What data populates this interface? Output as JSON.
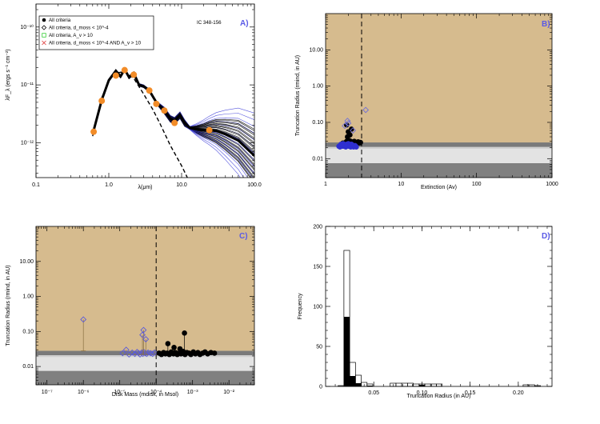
{
  "chart_data": [
    {
      "panel": "A",
      "type": "line",
      "panel_label": "A)",
      "object_name": "IC 348-156",
      "xlabel": "λ(μm)",
      "ylabel": "λF_λ (ergs s⁻¹ cm⁻²)",
      "xscale": "log",
      "yscale": "log",
      "xlim": [
        0.1,
        100.0
      ],
      "ylim": [
        2.5e-13,
        2.5e-10
      ],
      "x_ticks": [
        "0.1",
        "1.0",
        "10.0",
        "100.0"
      ],
      "y_ticks": [
        "10⁻¹²",
        "10⁻¹¹",
        "10⁻¹⁰"
      ],
      "y_tick_values": [
        1e-12,
        1e-11,
        1e-10
      ],
      "legend": [
        {
          "label": "All criteria",
          "marker": "filled-circle",
          "color": "#000000"
        },
        {
          "label": "All criteria, d_moss < 10^-4",
          "marker": "diamond",
          "color": "#000000"
        },
        {
          "label": "All criteria, A_v > 10",
          "marker": "square",
          "color": "#33cc33"
        },
        {
          "label": "All criteria, d_moss < 10^-4 AND A_v > 10",
          "marker": "cross",
          "color": "#dd3333"
        }
      ],
      "photometry": {
        "x": [
          0.62,
          0.8,
          1.25,
          1.65,
          2.2,
          3.6,
          4.5,
          5.8,
          8.0,
          24.0
        ],
        "y": [
          1.55e-12,
          5.3e-12,
          1.45e-11,
          1.8e-11,
          1.5e-11,
          8e-12,
          4.7e-12,
          3.6e-12,
          2.2e-12,
          1.65e-12
        ],
        "color": "#f28c28"
      },
      "stellar_photosphere": {
        "x": [
          0.6,
          0.8,
          1.0,
          1.25,
          1.65,
          2.2,
          3.0,
          4.0,
          5.0,
          7.0,
          10.0,
          12.0
        ],
        "y": [
          1.3e-12,
          6e-12,
          1.2e-11,
          1.6e-11,
          1.7e-11,
          1.3e-11,
          7e-12,
          3.8e-12,
          2.2e-12,
          9e-13,
          4e-13,
          2.5e-13
        ]
      },
      "model_sed_mean": {
        "x": [
          0.6,
          0.8,
          1.0,
          1.25,
          1.45,
          1.65,
          1.9,
          2.2,
          2.6,
          3.0,
          3.6,
          4.5,
          5.8,
          7.0,
          8.0,
          9.5,
          11.0,
          13.0,
          16.0,
          20.0,
          24.0,
          30.0,
          40.0,
          60.0,
          100.0
        ],
        "y": [
          1.4e-12,
          5.5e-12,
          1.2e-11,
          1.75e-11,
          1.4e-11,
          1.85e-11,
          1.35e-11,
          1.6e-11,
          1e-11,
          9.5e-12,
          8e-12,
          5e-12,
          3.6e-12,
          2.6e-12,
          2.4e-12,
          3e-12,
          2.2e-12,
          1.8e-12,
          1.7e-12,
          1.65e-12,
          1.65e-12,
          1.6e-12,
          1.4e-12,
          1.1e-12,
          6e-13
        ]
      }
    },
    {
      "panel": "B",
      "type": "scatter",
      "panel_label": "B)",
      "xlabel": "Extinction (Av)",
      "ylabel": "Truncation Radius (rmind, in AU)",
      "xscale": "log",
      "yscale": "log",
      "xlim": [
        1,
        1000
      ],
      "ylim": [
        0.003,
        100
      ],
      "x_ticks": [
        "1",
        "10",
        "100",
        "1000"
      ],
      "y_ticks": [
        "0.01",
        "0.10",
        "1.00",
        "10.00"
      ],
      "vline_x": 3.0,
      "bands": [
        {
          "from": 0.003,
          "to": 0.0075,
          "color": "#808080"
        },
        {
          "from": 0.0075,
          "to": 0.0185,
          "color": "#e3e3e3"
        },
        {
          "from": 0.0185,
          "to": 0.021,
          "color": "#d0d0d0"
        },
        {
          "from": 0.021,
          "to": 0.028,
          "color": "#7a7a7a"
        },
        {
          "from": 0.028,
          "to": 100,
          "color": "#d6bb8e"
        }
      ],
      "series": [
        {
          "marker": "filled-circle",
          "color": "#000000",
          "x": [
            1.7,
            1.8,
            1.85,
            1.9,
            2.0,
            2.05,
            2.1,
            2.15,
            2.2,
            2.3,
            2.4,
            2.5,
            2.6,
            2.7,
            2.8,
            2.9,
            1.95,
            2.0,
            1.9,
            2.1,
            2.2
          ],
          "y": [
            0.027,
            0.025,
            0.028,
            0.03,
            0.026,
            0.029,
            0.031,
            0.027,
            0.028,
            0.029,
            0.03,
            0.027,
            0.028,
            0.029,
            0.027,
            0.028,
            0.04,
            0.055,
            0.085,
            0.045,
            0.065
          ]
        },
        {
          "marker": "filled-circle",
          "color": "#2f2fd0",
          "x": [
            1.5,
            1.55,
            1.6,
            1.65,
            1.7,
            1.75,
            1.8,
            1.85,
            1.9,
            1.95,
            2.0,
            2.05,
            2.1,
            2.15,
            2.2,
            2.25,
            2.3,
            2.35,
            2.4,
            2.45,
            2.5,
            2.55,
            1.6,
            1.7,
            1.8,
            1.9,
            2.0,
            2.1,
            2.2
          ],
          "y": [
            0.022,
            0.021,
            0.023,
            0.022,
            0.024,
            0.022,
            0.023,
            0.021,
            0.022,
            0.024,
            0.023,
            0.022,
            0.024,
            0.021,
            0.023,
            0.022,
            0.023,
            0.021,
            0.022,
            0.023,
            0.022,
            0.021,
            0.025,
            0.026,
            0.024,
            0.025,
            0.026,
            0.024,
            0.025
          ]
        },
        {
          "marker": "diamond",
          "color": "#7070d8",
          "x": [
            1.95,
            2.0,
            2.3,
            3.4,
            1.8
          ],
          "y": [
            0.11,
            0.095,
            0.06,
            0.22,
            0.08
          ]
        }
      ]
    },
    {
      "panel": "C",
      "type": "scatter",
      "panel_label": "C)",
      "xlabel": "Disk Mass (mdisk, in Msol)",
      "ylabel": "Truncation Radius (rmind, in AU)",
      "xscale": "log",
      "yscale": "log",
      "xlim": [
        5e-08,
        0.05
      ],
      "ylim": [
        0.003,
        100
      ],
      "x_ticks": [
        "10⁻⁷",
        "10⁻⁶",
        "10⁻⁵",
        "10⁻⁴",
        "10⁻³",
        "10⁻²"
      ],
      "x_tick_values": [
        1e-07,
        1e-06,
        1e-05,
        0.0001,
        0.001,
        0.01
      ],
      "y_ticks": [
        "0.01",
        "0.10",
        "1.00",
        "10.00"
      ],
      "vline_x": 0.0001,
      "bands": [
        {
          "from": 0.003,
          "to": 0.0075,
          "color": "#808080"
        },
        {
          "from": 0.0075,
          "to": 0.0185,
          "color": "#e3e3e3"
        },
        {
          "from": 0.0185,
          "to": 0.021,
          "color": "#d0d0d0"
        },
        {
          "from": 0.021,
          "to": 0.028,
          "color": "#7a7a7a"
        },
        {
          "from": 0.028,
          "to": 100,
          "color": "#d6bb8e"
        }
      ],
      "series": [
        {
          "marker": "diamond",
          "color": "#5a5ad8",
          "x": [
            1e-06,
            1.2e-05,
            1.5e-05,
            1.8e-05,
            2.2e-05,
            2.6e-05,
            3e-05,
            3.3e-05,
            3.6e-05,
            4e-05,
            4.3e-05,
            4.6e-05,
            5e-05,
            5.5e-05,
            6e-05,
            7e-05,
            8e-05,
            9e-05,
            4.5e-05,
            4.2e-05,
            5.2e-05
          ],
          "y": [
            0.22,
            0.024,
            0.03,
            0.022,
            0.025,
            0.023,
            0.026,
            0.024,
            0.022,
            0.025,
            0.023,
            0.026,
            0.024,
            0.023,
            0.025,
            0.024,
            0.023,
            0.025,
            0.11,
            0.08,
            0.06
          ],
          "error_low": [
            0.028,
            0.022,
            0.022,
            0.022,
            0.022,
            0.022,
            0.022,
            0.022,
            0.022,
            0.022,
            0.022,
            0.022,
            0.022,
            0.022,
            0.022,
            0.022,
            0.022,
            0.022,
            0.022,
            0.022,
            0.022
          ]
        },
        {
          "marker": "filled-circle",
          "color": "#000000",
          "x": [
            0.00012,
            0.00014,
            0.00016,
            0.00018,
            0.0002,
            0.00023,
            0.00026,
            0.0003,
            0.00034,
            0.00038,
            0.00043,
            0.00048,
            0.00055,
            0.00062,
            0.0007,
            0.0008,
            0.0009,
            0.00105,
            0.0012,
            0.0014,
            0.0016,
            0.0019,
            0.0022,
            0.0026,
            0.0032,
            0.004,
            0.00021,
            0.0006,
            0.00031,
            0.00045
          ],
          "y": [
            0.024,
            0.022,
            0.025,
            0.023,
            0.024,
            0.022,
            0.026,
            0.023,
            0.025,
            0.022,
            0.024,
            0.023,
            0.027,
            0.022,
            0.025,
            0.024,
            0.022,
            0.026,
            0.023,
            0.025,
            0.022,
            0.024,
            0.026,
            0.023,
            0.025,
            0.024,
            0.045,
            0.09,
            0.035,
            0.032
          ],
          "error_low": [
            0.022,
            0.022,
            0.022,
            0.022,
            0.022,
            0.022,
            0.022,
            0.022,
            0.022,
            0.022,
            0.022,
            0.022,
            0.022,
            0.022,
            0.022,
            0.022,
            0.022,
            0.022,
            0.022,
            0.022,
            0.022,
            0.022,
            0.022,
            0.022,
            0.022,
            0.022,
            0.022,
            0.022,
            0.022,
            0.022
          ]
        }
      ]
    },
    {
      "panel": "D",
      "type": "bar",
      "panel_label": "D)",
      "xlabel": "Truncation Radius (in AU)",
      "ylabel": "Frequency",
      "xlim": [
        0.0,
        0.235
      ],
      "ylim": [
        0,
        200
      ],
      "x_ticks": [
        "0.05",
        "0.10",
        "0.15",
        "0.20"
      ],
      "x_tick_values": [
        0.05,
        0.1,
        0.15,
        0.2
      ],
      "y_ticks": [
        "0",
        "50",
        "100",
        "150",
        "200"
      ],
      "y_tick_values": [
        0,
        50,
        100,
        150,
        200
      ],
      "bin_edges": [
        0.013,
        0.019,
        0.025,
        0.031,
        0.037,
        0.043,
        0.049,
        0.055,
        0.061,
        0.067,
        0.073,
        0.079,
        0.085,
        0.091,
        0.097,
        0.103,
        0.109,
        0.115,
        0.121,
        0.127,
        0.133,
        0.139,
        0.145,
        0.151,
        0.157,
        0.163,
        0.169,
        0.175,
        0.181,
        0.187,
        0.193,
        0.199,
        0.205,
        0.211,
        0.217,
        0.223
      ],
      "series": [
        {
          "name": "",
          "fill": "none",
          "values": [
            1,
            170,
            30,
            14,
            5,
            3,
            0,
            0,
            0,
            4,
            4,
            4,
            4,
            3,
            3,
            3,
            3,
            3,
            0,
            0,
            0,
            0,
            0,
            0,
            0,
            0,
            0,
            0,
            0,
            0,
            0,
            0,
            2,
            2,
            1
          ]
        },
        {
          "name": "",
          "fill": "solid",
          "values": [
            0,
            87,
            13,
            4,
            0,
            1,
            0,
            0,
            0,
            0,
            0,
            0,
            0,
            0,
            2,
            0,
            0,
            0,
            0,
            0,
            0,
            0,
            0,
            0,
            0,
            0,
            0,
            0,
            0,
            0,
            0,
            0,
            0,
            0,
            0
          ]
        }
      ]
    }
  ]
}
